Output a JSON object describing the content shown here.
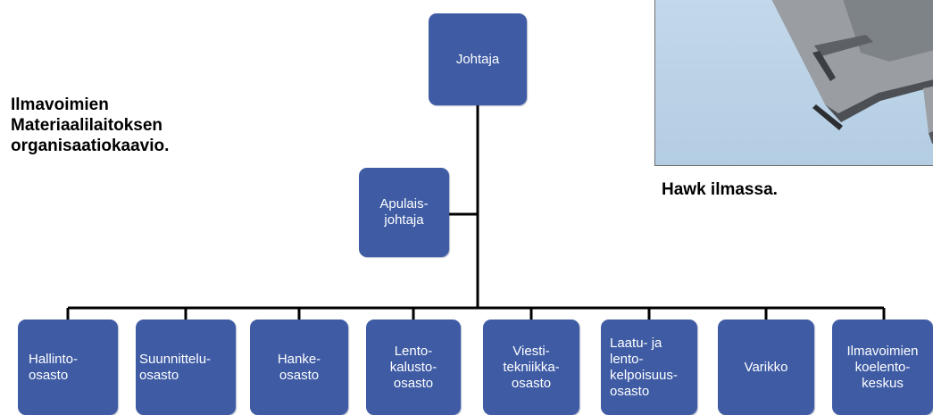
{
  "captions": {
    "org_chart": "Ilmavoimien\nMateriaalilaitoksen\norganisaatiokaavio.",
    "photo": "Hawk ilmassa."
  },
  "photo": {
    "subject": "Hawk jet aircraft in flight",
    "sky_color": "#bcd3e7"
  },
  "org": {
    "box_color": "#3e5ba4",
    "line_color": "#000000",
    "root": "Johtaja",
    "deputy": "Apulais-\njohtaja",
    "departments": [
      "Hallinto-\nosasto",
      "Suunnittelu-\nosasto",
      "Hanke-\nosasto",
      "Lento-\nkalusto-\nosasto",
      "Viesti-\ntekniikka-\nosasto",
      "Laatu- ja\nlento-\nkelpoisuus-\nosasto",
      "Varikko",
      "Ilmavoimien\nkoelento-\nkeskus"
    ]
  }
}
